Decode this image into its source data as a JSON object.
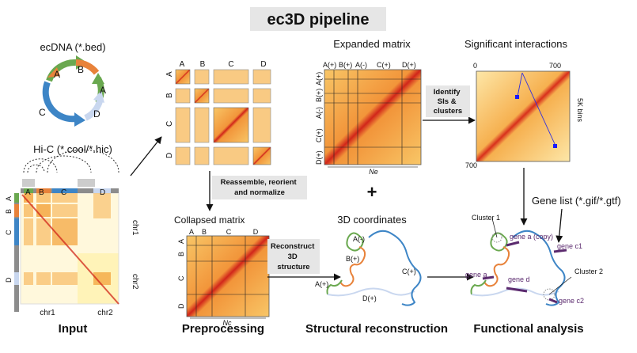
{
  "title": "ec3D pipeline",
  "input": {
    "ecdna_label": "ecDNA (*.bed)",
    "hic_label": "Hi-C (*.cool/*.hic)",
    "segments": [
      "A",
      "B",
      "A",
      "C",
      "D"
    ],
    "axis_segments": [
      "A",
      "B",
      "C",
      "D"
    ],
    "chr1": "chr1",
    "chr2": "chr2",
    "section_label": "Input"
  },
  "preprocessing": {
    "segment_labels": [
      "A",
      "B",
      "C",
      "D"
    ],
    "process_box": "Reassemble, reorient and normalize",
    "collapsed_title": "Collapsed matrix",
    "collapsed_labels": [
      "A",
      "B",
      "C",
      "D"
    ],
    "nc_label": "Nc",
    "section_label": "Preprocessing"
  },
  "structural": {
    "expanded_title": "Expanded matrix",
    "expanded_labels": [
      "A(+)",
      "B(+)",
      "A(-)",
      "C(+)",
      "D(+)"
    ],
    "ne_label": "Ne",
    "plus": "+",
    "reconstruct_box": "Reconstruct 3D structure",
    "coords_title": "3D coordinates",
    "coord_labels": [
      "A(-)",
      "B(+)",
      "C(+)",
      "A(+)",
      "D(+)"
    ],
    "section_label": "Structural reconstruction"
  },
  "functional": {
    "identify_box": "Identify SIs & clusters",
    "sig_title": "Significant interactions",
    "sig_axis_start": "0",
    "sig_axis_end": "700",
    "sig_axis_left": "700",
    "bins_label": "5K bins",
    "gene_list": "Gene list (*.gif/*.gtf)",
    "cluster1": "Cluster 1",
    "cluster2": "Cluster 2",
    "genes": [
      "gene a (copy)",
      "gene c1",
      "gene a",
      "gene d",
      "gene c2"
    ],
    "section_label": "Functional analysis"
  },
  "colors": {
    "A": "#6aa84f",
    "B": "#e8823a",
    "C": "#3d85c6",
    "D": "#c9d7ef",
    "heat_low": "#fff2c2",
    "heat_mid": "#f4a742",
    "heat_high": "#d1261a"
  }
}
